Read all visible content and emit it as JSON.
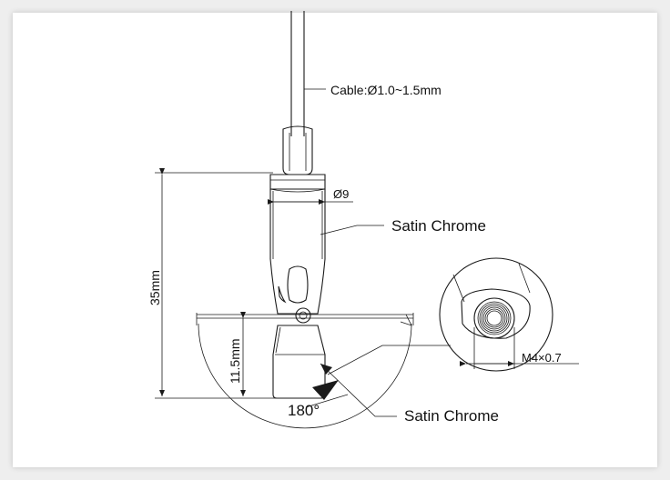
{
  "labels": {
    "cable": "Cable:Ø1.0~1.5mm",
    "diameter": "Ø9",
    "finish_top": "Satin Chrome",
    "finish_bottom": "Satin Chrome",
    "total_length": "35mm",
    "lower_length": "11.5mm",
    "angle": "180°",
    "thread": "M4×0.7"
  },
  "colors": {
    "line": "#1a1a1a",
    "background": "#ffffff",
    "page": "#eeeeee"
  }
}
